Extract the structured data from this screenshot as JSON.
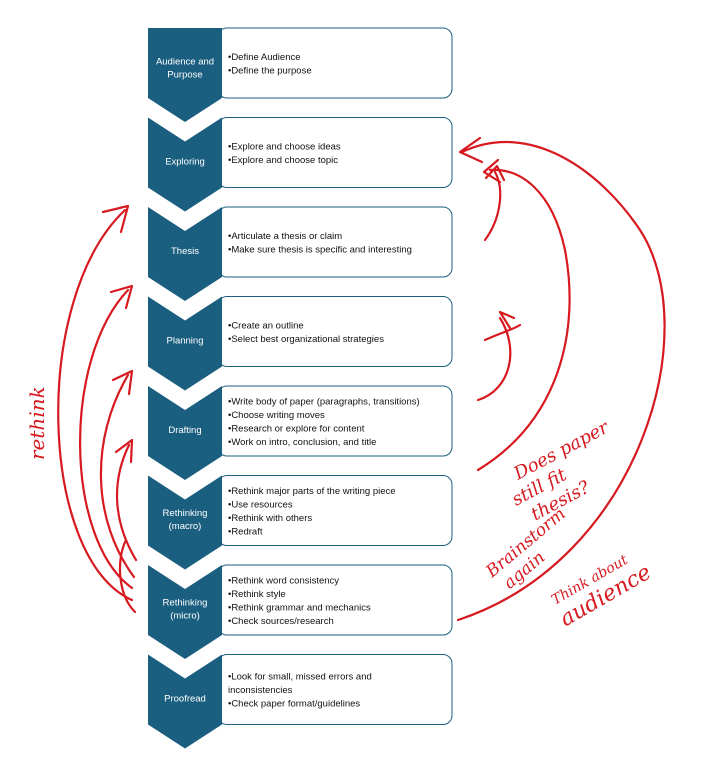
{
  "steps": [
    {
      "label": [
        "Audience and",
        "Purpose"
      ],
      "bullets": [
        "•Define Audience",
        "•Define the purpose"
      ]
    },
    {
      "label": [
        "Exploring"
      ],
      "bullets": [
        "•Explore and choose ideas",
        "•Explore and choose topic"
      ]
    },
    {
      "label": [
        "Thesis"
      ],
      "bullets": [
        "•Articulate a thesis or claim",
        "•Make sure thesis is specific and interesting"
      ]
    },
    {
      "label": [
        "Planning"
      ],
      "bullets": [
        "•Create an outline",
        "•Select best organizational strategies"
      ]
    },
    {
      "label": [
        "Drafting"
      ],
      "bullets": [
        "•Write body of paper (paragraphs, transitions)",
        "•Choose writing moves",
        "•Research or explore for content",
        "•Work on intro, conclusion, and title"
      ]
    },
    {
      "label": [
        "Rethinking",
        "(macro)"
      ],
      "bullets": [
        "•Rethink major parts of the writing piece",
        "•Use resources",
        "•Rethink with others",
        "•Redraft"
      ]
    },
    {
      "label": [
        "Rethinking",
        "(micro)"
      ],
      "bullets": [
        "•Rethink word consistency",
        "•Rethink style",
        "•Rethink grammar and mechanics",
        "•Check sources/research"
      ]
    },
    {
      "label": [
        "Proofread"
      ],
      "bullets": [
        "•Look for small, missed errors and",
        "  inconsistencies",
        "•Check paper format/guidelines"
      ]
    }
  ],
  "annotations": {
    "rethink": "rethink",
    "does_paper_1": "Does paper",
    "does_paper_2": "still fit",
    "does_paper_3": "thesis?",
    "brainstorm_1": "Brainstorm",
    "brainstorm_2": "again",
    "audience_1": "Think about",
    "audience_2": "audience"
  },
  "colors": {
    "chevron": "#1a5e80",
    "ink": "#d71920"
  }
}
